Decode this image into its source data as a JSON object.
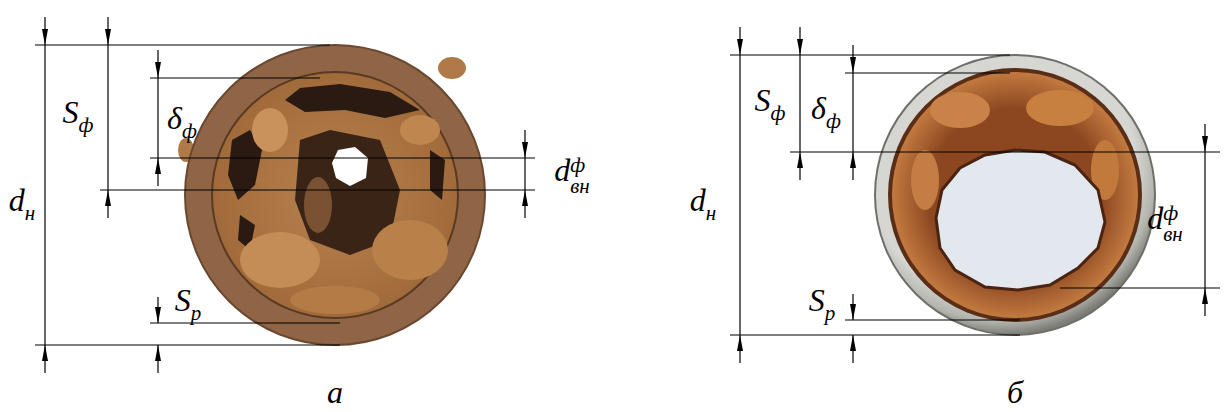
{
  "diagram": {
    "labels": [
      "Sф",
      "δф",
      "dн",
      "dвнф",
      "Sр",
      "а",
      "Sф",
      "δф",
      "dн",
      "dвнф",
      "Sр",
      "б"
    ]
  }
}
